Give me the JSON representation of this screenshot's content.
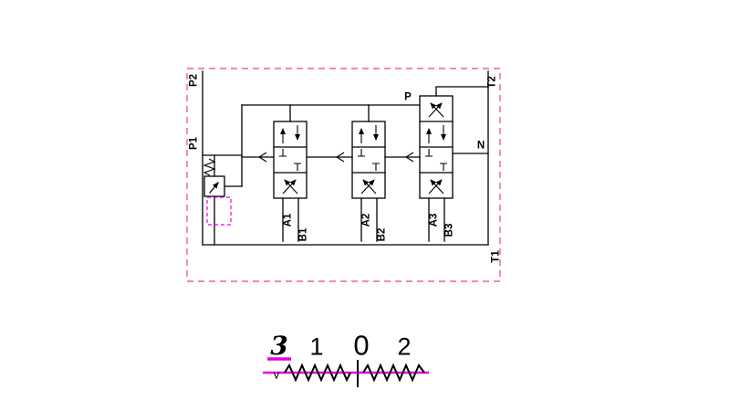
{
  "colors": {
    "line": "#000000",
    "boundary_dash": "#f2637f",
    "magenta": "#e600e6"
  },
  "ports": {
    "p2": "P2",
    "p1": "P1",
    "t2": "T2",
    "t1": "T1",
    "p": "P",
    "n": "N",
    "a1": "A1",
    "b1": "B1",
    "a2": "A2",
    "b2": "B2",
    "a3": "A3",
    "b3": "B3"
  },
  "legend": {
    "pos3": "3",
    "pos1": "1",
    "pos0": "0",
    "pos2": "2",
    "check": "v"
  }
}
